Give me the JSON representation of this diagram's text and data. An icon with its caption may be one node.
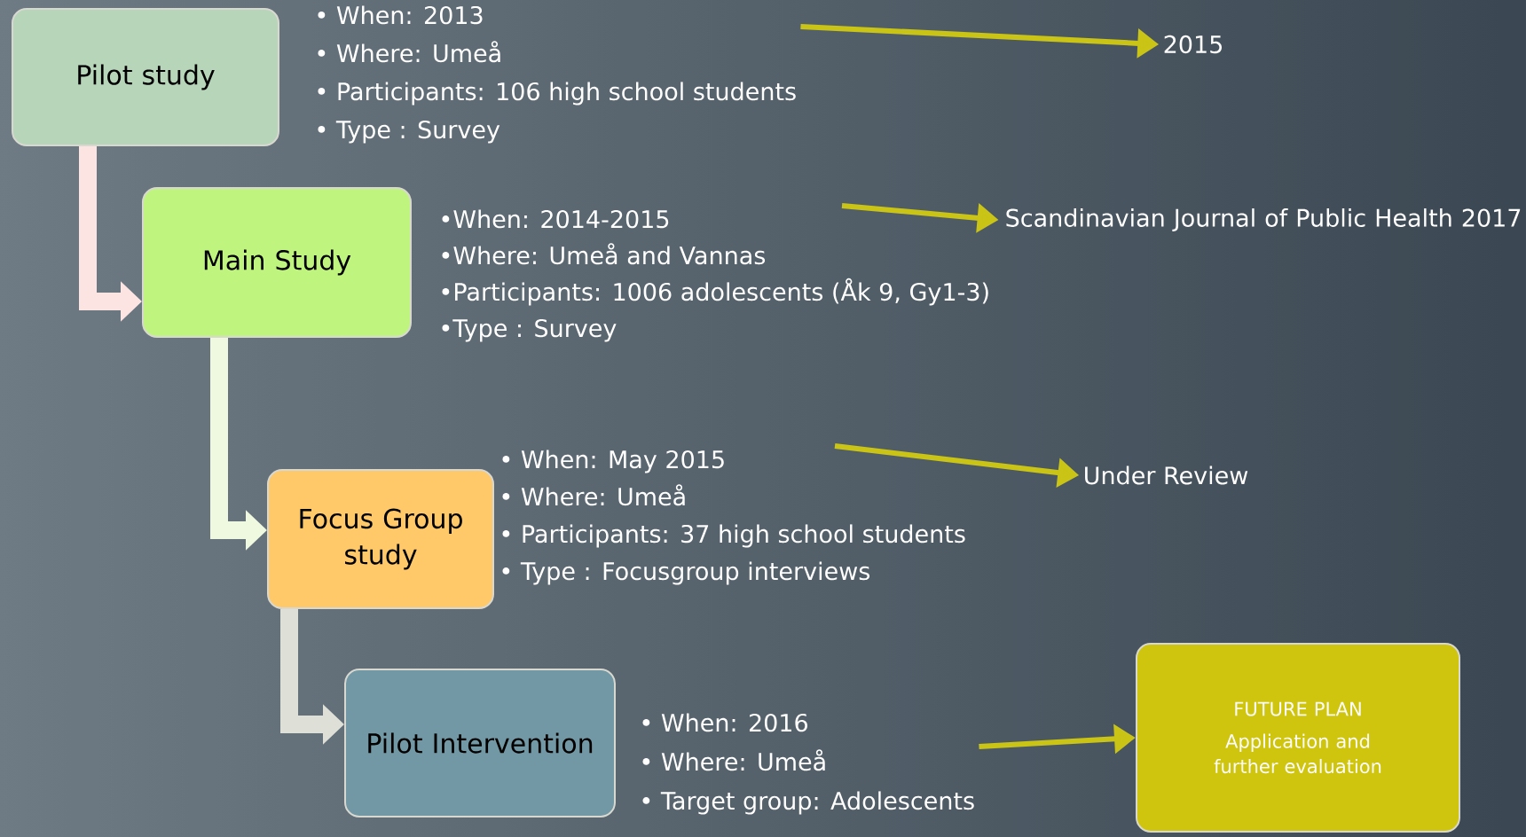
{
  "diagram": {
    "nodes": [
      {
        "text": [
          "Pilot study"
        ]
      },
      {
        "text": [
          "• When: 2013",
          "• Where: Umeå",
          "• Participants: 106 high school students",
          "• Type : Survey"
        ]
      },
      {
        "text": [
          "2015"
        ]
      },
      {
        "text": [
          "Main Study"
        ]
      },
      {
        "text": [
          "•When: 2014-2015",
          "•Where: Umeå and Vannas",
          "•Participants: 1006 adolescents (Åk 9, Gy1-3)",
          "•Type : Survey"
        ]
      },
      {
        "text": [
          "Scandinavian Journal of Public Health 2017"
        ]
      },
      {
        "text": [
          "Focus Group study"
        ]
      },
      {
        "text": [
          "• When: May 2015",
          "• Where: Umeå",
          "• Participants: 37 high school students",
          "• Type : Focusgroup interviews"
        ]
      },
      {
        "text": [
          "Under Review"
        ]
      },
      {
        "text": [
          "Pilot Intervention"
        ]
      },
      {
        "text": [
          "• When: 2016",
          "• Where: Umeå",
          "• Target group: Adolescents"
        ]
      },
      {
        "text": [
          "FUTURE PLAN",
          "Application and further evaluation"
        ]
      }
    ],
    "edges": [
      {
        "from": 0,
        "to": 3,
        "arrow": "to",
        "style": "thick",
        "color": "#fbe4e2"
      },
      {
        "from": 3,
        "to": 6,
        "arrow": "to",
        "style": "thick",
        "color": "#eef9df"
      },
      {
        "from": 6,
        "to": 9,
        "arrow": "to",
        "style": "thick",
        "color": "#dedfd6"
      },
      {
        "from": 1,
        "to": 2,
        "arrow": "to"
      },
      {
        "from": 4,
        "to": 5,
        "arrow": "to"
      },
      {
        "from": 7,
        "to": 8,
        "arrow": "to"
      },
      {
        "from": 10,
        "to": 11,
        "arrow": "to"
      }
    ]
  }
}
